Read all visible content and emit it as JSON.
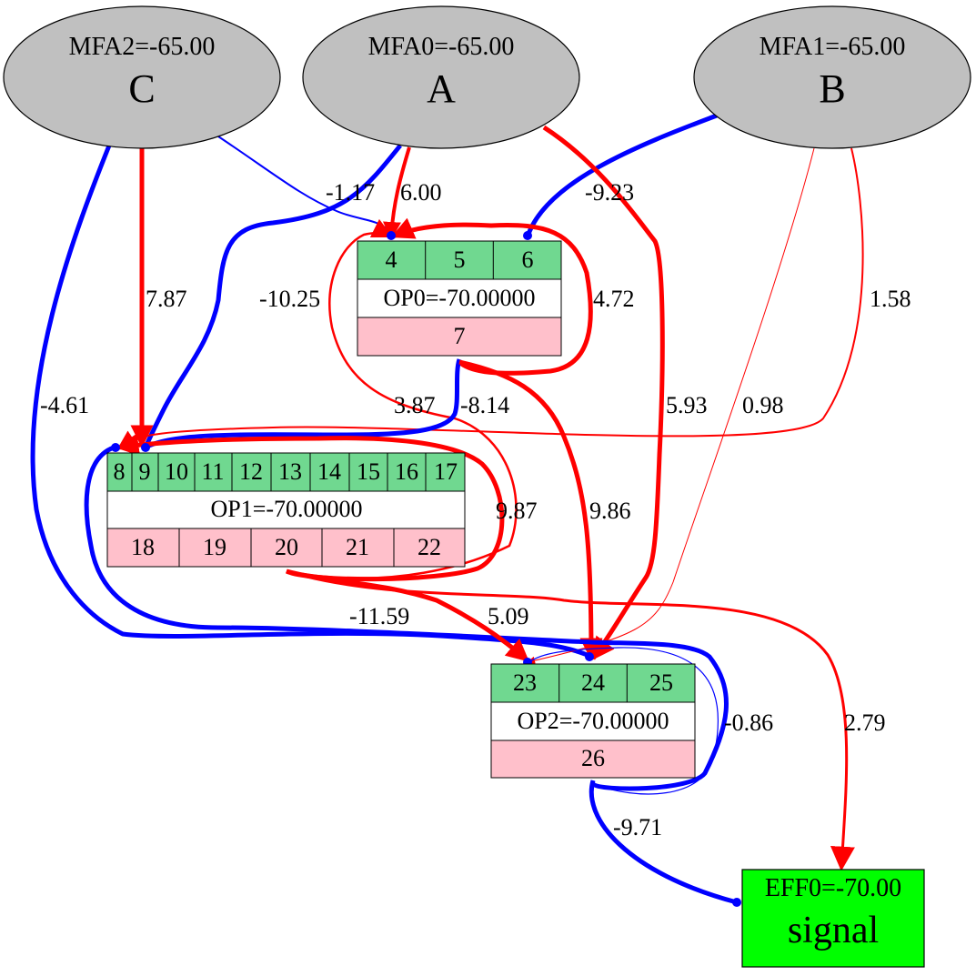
{
  "colors": {
    "input_fill": "#c0c0c0",
    "in_cell": "#70d890",
    "out_cell": "#ffc0cb",
    "effector_fill": "#00ff00",
    "positive_edge": "#ff0000",
    "negative_edge": "#0000ff"
  },
  "inputs": [
    {
      "id": "MFA2",
      "header": "MFA2=-65.00",
      "name": "C"
    },
    {
      "id": "MFA0",
      "header": "MFA0=-65.00",
      "name": "A"
    },
    {
      "id": "MFA1",
      "header": "MFA1=-65.00",
      "name": "B"
    }
  ],
  "operators": [
    {
      "id": "OP0",
      "label": "OP0=-70.00000",
      "inputs": [
        "4",
        "5",
        "6"
      ],
      "outputs": [
        "7"
      ]
    },
    {
      "id": "OP1",
      "label": "OP1=-70.00000",
      "inputs": [
        "8",
        "9",
        "10",
        "11",
        "12",
        "13",
        "14",
        "15",
        "16",
        "17"
      ],
      "outputs": [
        "18",
        "19",
        "20",
        "21",
        "22"
      ]
    },
    {
      "id": "OP2",
      "label": "OP2=-70.00000",
      "inputs": [
        "23",
        "24",
        "25"
      ],
      "outputs": [
        "26"
      ]
    }
  ],
  "effector": {
    "id": "EFF0",
    "header": "EFF0=-70.00",
    "name": "signal"
  },
  "edges": [
    {
      "from": "C",
      "to": "4",
      "weight": "-1.17"
    },
    {
      "from": "A",
      "to": "4",
      "weight": "6.00"
    },
    {
      "from": "B",
      "to": "6",
      "weight": "-9.23"
    },
    {
      "from": "A",
      "to": "9",
      "weight": "-10.25"
    },
    {
      "from": "C",
      "to": "8",
      "weight": "7.87"
    },
    {
      "from": "7",
      "to": "4",
      "weight": "4.72"
    },
    {
      "from": "B",
      "to": "8",
      "weight": "1.58"
    },
    {
      "from": "C",
      "to": "24",
      "weight": "-4.61"
    },
    {
      "from": "20",
      "to": "4",
      "weight": "3.87"
    },
    {
      "from": "7",
      "to": "9",
      "weight": "-8.14"
    },
    {
      "from": "A",
      "to": "24",
      "weight": "5.93"
    },
    {
      "from": "B",
      "to": "23",
      "weight": "0.98"
    },
    {
      "from": "20",
      "to": "8",
      "weight": "9.87"
    },
    {
      "from": "7",
      "to": "24",
      "weight": "9.86"
    },
    {
      "from": "26",
      "to": "8",
      "weight": "-11.59"
    },
    {
      "from": "20",
      "to": "23",
      "weight": "5.09"
    },
    {
      "from": "26",
      "to": "23",
      "weight": "-0.86"
    },
    {
      "from": "20",
      "to": "signal",
      "weight": "2.79"
    },
    {
      "from": "26",
      "to": "signal",
      "weight": "-9.71"
    }
  ]
}
